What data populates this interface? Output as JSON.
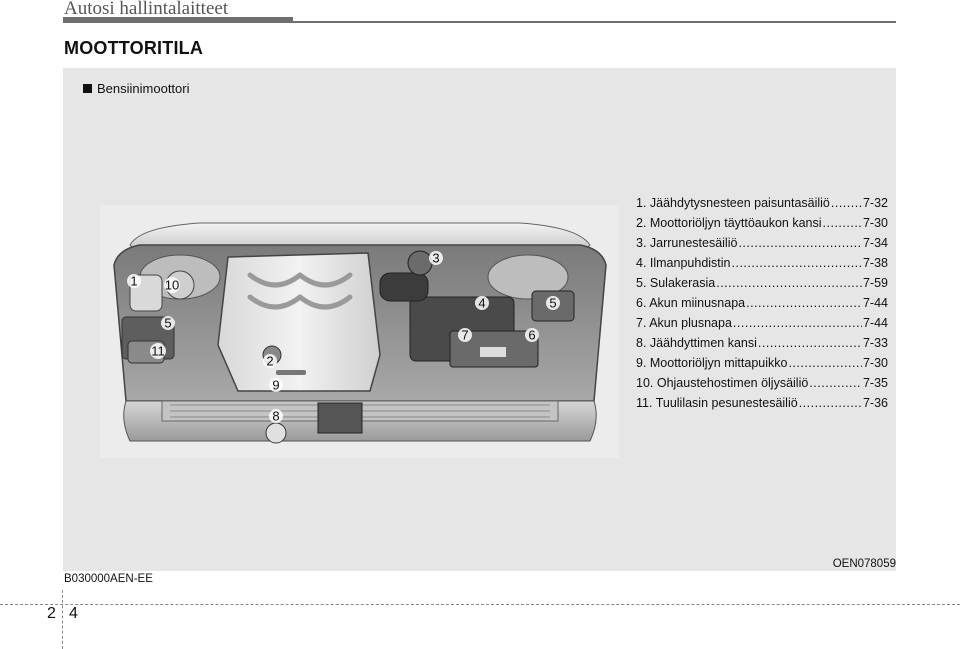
{
  "header": {
    "title": "Autosi hallintalaitteet"
  },
  "section": {
    "title": "MOOTTORITILA"
  },
  "panel": {
    "subheading": "Bensiinimoottori",
    "callouts": [
      "1",
      "10",
      "5",
      "11",
      "2",
      "9",
      "8",
      "3",
      "4",
      "7",
      "6",
      "5"
    ],
    "legend": [
      {
        "label": "1. Jäähdytysnesteen paisuntasäiliö",
        "page": "7-32"
      },
      {
        "label": "2. Moottoriöljyn täyttöaukon kansi",
        "page": "7-30"
      },
      {
        "label": "3. Jarrunestesäiliö",
        "page": "7-34"
      },
      {
        "label": "4. Ilmanpuhdistin",
        "page": "7-38"
      },
      {
        "label": "5. Sulakerasia",
        "page": "7-59"
      },
      {
        "label": "6. Akun miinusnapa",
        "page": "7-44"
      },
      {
        "label": "7. Akun plusnapa",
        "page": "7-44"
      },
      {
        "label": "8. Jäähdyttimen kansi",
        "page": "7-33"
      },
      {
        "label": "9. Moottoriöljyn mittapuikko",
        "page": "7-30"
      },
      {
        "label": "10. Ohjaustehostimen öljysäiliö",
        "page": "7-35"
      },
      {
        "label": "11. Tuulilasin pesunestesäiliö",
        "page": "7-36"
      }
    ],
    "image_code": "OEN078059"
  },
  "footer": {
    "doc_code": "B030000AEN-EE",
    "chapter": "2",
    "page": "4"
  }
}
